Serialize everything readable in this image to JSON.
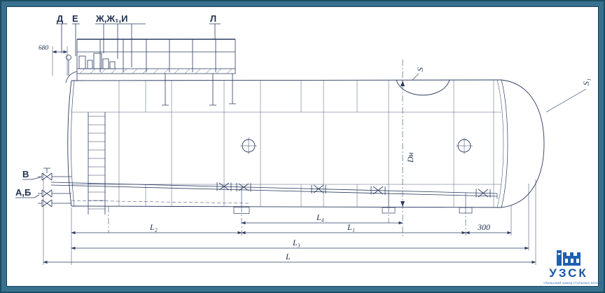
{
  "drawing": {
    "callouts": {
      "d": "Д",
      "e": "Е",
      "zh": "Ж,Ж₁,И",
      "l": "Л",
      "v": "В",
      "ab": "А,Б"
    },
    "dims": {
      "d680": "680",
      "l4": "L₄",
      "l2": "L₂",
      "l1": "L₁",
      "n300": "300",
      "l3": "L₃",
      "l": "L",
      "s": "S",
      "s1": "S₁",
      "dn": "Dн"
    },
    "colors": {
      "line": "#2a3b60",
      "frame": "#39708f",
      "logo_blue": "#1857a8"
    }
  },
  "logo": {
    "name": "УЗСК",
    "caption": "УРАЛЬСКИЙ ЗАВОД СТАЛЬНЫХ КОНСТРУКЦИЙ"
  }
}
